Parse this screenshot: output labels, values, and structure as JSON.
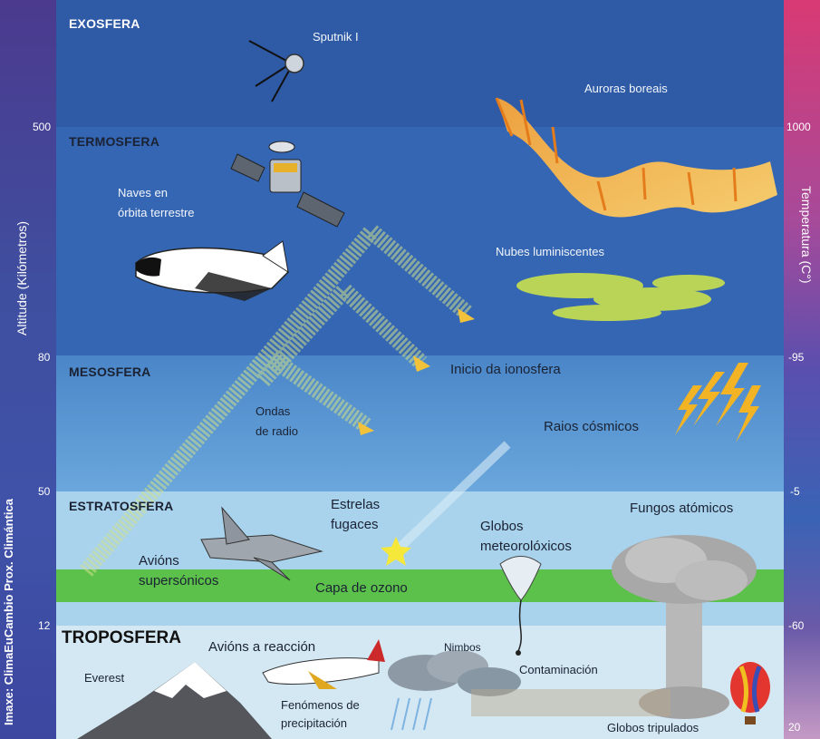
{
  "layers": {
    "exosfera": "EXOSFERA",
    "termosfera": "TERMOSFERA",
    "mesosfera": "MESOSFERA",
    "estratosfera": "ESTRATOSFERA",
    "troposfera": "TROPOSFERA"
  },
  "axes": {
    "left_title": "Altitude  (Kilómetros)",
    "right_title": "Temperatura (C°)",
    "left_ticks": [
      "500",
      "80",
      "50",
      "12"
    ],
    "right_ticks": [
      "1000",
      "-95",
      "-5",
      "-60",
      "20"
    ]
  },
  "credit": "Imaxe: ClimaEuCambio Prox. Climántica",
  "labels": {
    "sputnik": "Sputnik I",
    "auroras": "Auroras boreais",
    "naves_1": "Naves en",
    "naves_2": "órbita terrestre",
    "nubes": "Nubes luminiscentes",
    "ionosfera": "Inicio da ionosfera",
    "ondas_1": "Ondas",
    "ondas_2": "de radio",
    "raios": "Raios cósmicos",
    "estrelas_1": "Estrelas",
    "estrelas_2": "fugaces",
    "globos_met_1": "Globos",
    "globos_met_2": "meteorolóxicos",
    "fungos": "Fungos atómicos",
    "avions_sup_1": "Avións",
    "avions_sup_2": "supersónicos",
    "ozono": "Capa de ozono",
    "avions_reac": "Avións a reacción",
    "nimbos": "Nimbos",
    "contaminacion": "Contaminación",
    "everest": "Everest",
    "fenomenos_1": "Fenómenos de",
    "fenomenos_2": "precipitación",
    "globos_trip": "Globos tripulados"
  },
  "colors": {
    "exosfera": "#2e5aa6",
    "termosfera": "#3566b3",
    "mesosfera": "#4a86c8",
    "estratosfera": "#a9d3ec",
    "troposfera": "#d4e8f3",
    "ozono": "#5cc14a",
    "left_bar": "#3f4fa0",
    "right_bar_top": "#d83a73"
  }
}
